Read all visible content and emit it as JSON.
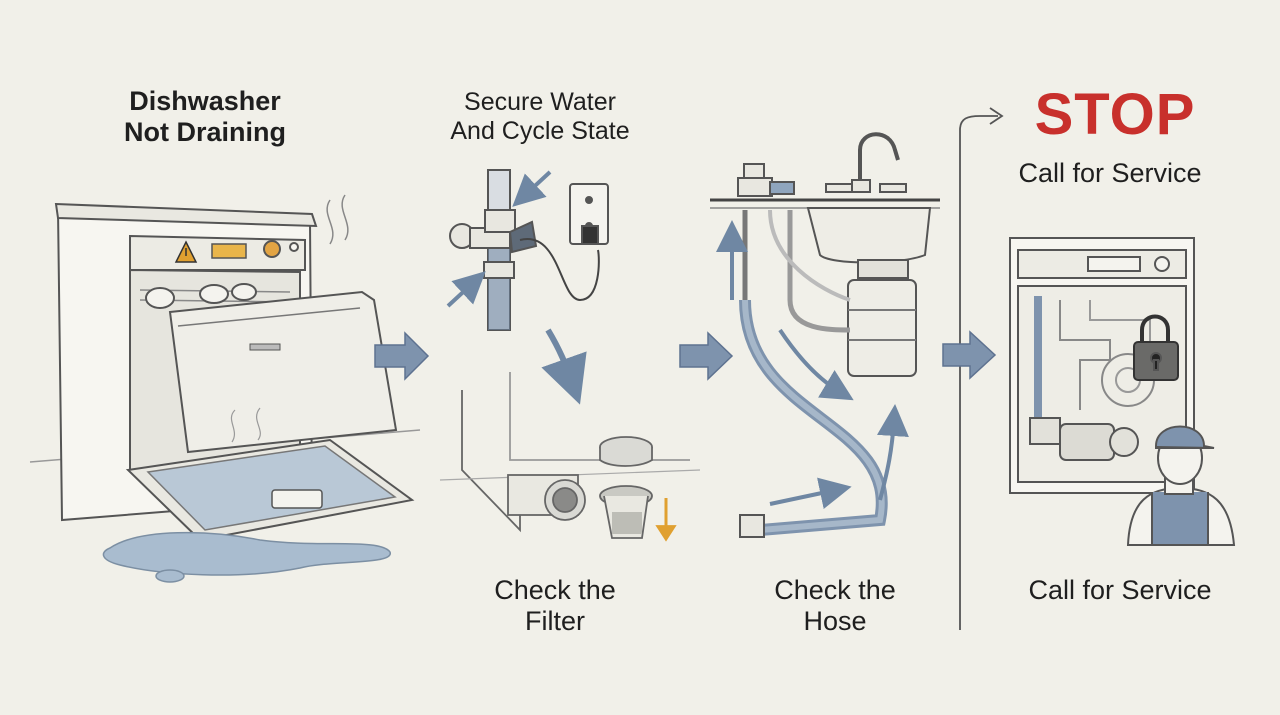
{
  "title": {
    "line1": "Dishwasher",
    "line2": "Not Draining"
  },
  "steps": {
    "secure": {
      "line1": "Secure Water",
      "line2": "And Cycle State"
    },
    "filter": {
      "line1": "Check the",
      "line2": "Filter"
    },
    "hose": {
      "line1": "Check the",
      "line2": "Hose"
    }
  },
  "stop": {
    "word": "STOP",
    "top_label": "Call for Service",
    "bottom_label": "Call for Service"
  },
  "colors": {
    "background": "#f1f0e9",
    "arrow": "#6f87a3",
    "stop_red": "#c8302c",
    "warning_orange": "#e0a030",
    "water": "#a9bccf",
    "outline": "#555555"
  },
  "icons": [
    "warning-icon",
    "padlock-icon",
    "technician-icon",
    "down-arrow-icon"
  ]
}
